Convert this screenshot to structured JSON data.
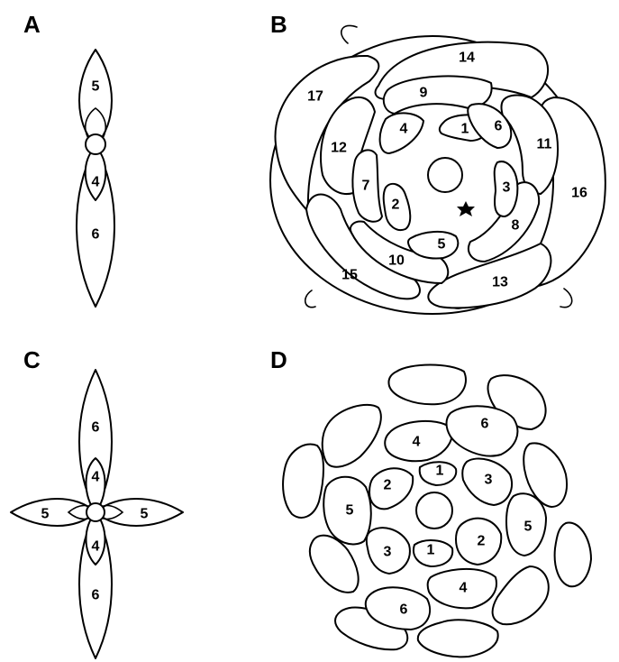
{
  "panels": {
    "a": {
      "label": "A",
      "numbers": [
        "5",
        "4",
        "6"
      ]
    },
    "b": {
      "label": "B",
      "numbers": [
        "14",
        "17",
        "9",
        "4",
        "1",
        "6",
        "11",
        "12",
        "7",
        "2",
        "3",
        "16",
        "8",
        "5",
        "10",
        "15",
        "13"
      ]
    },
    "c": {
      "label": "C",
      "numbers": [
        "6",
        "4",
        "5",
        "5",
        "4",
        "6"
      ]
    },
    "d": {
      "label": "D",
      "numbers": [
        "4",
        "6",
        "1",
        "2",
        "3",
        "5",
        "5",
        "3",
        "1",
        "2",
        "4",
        "6"
      ]
    }
  }
}
